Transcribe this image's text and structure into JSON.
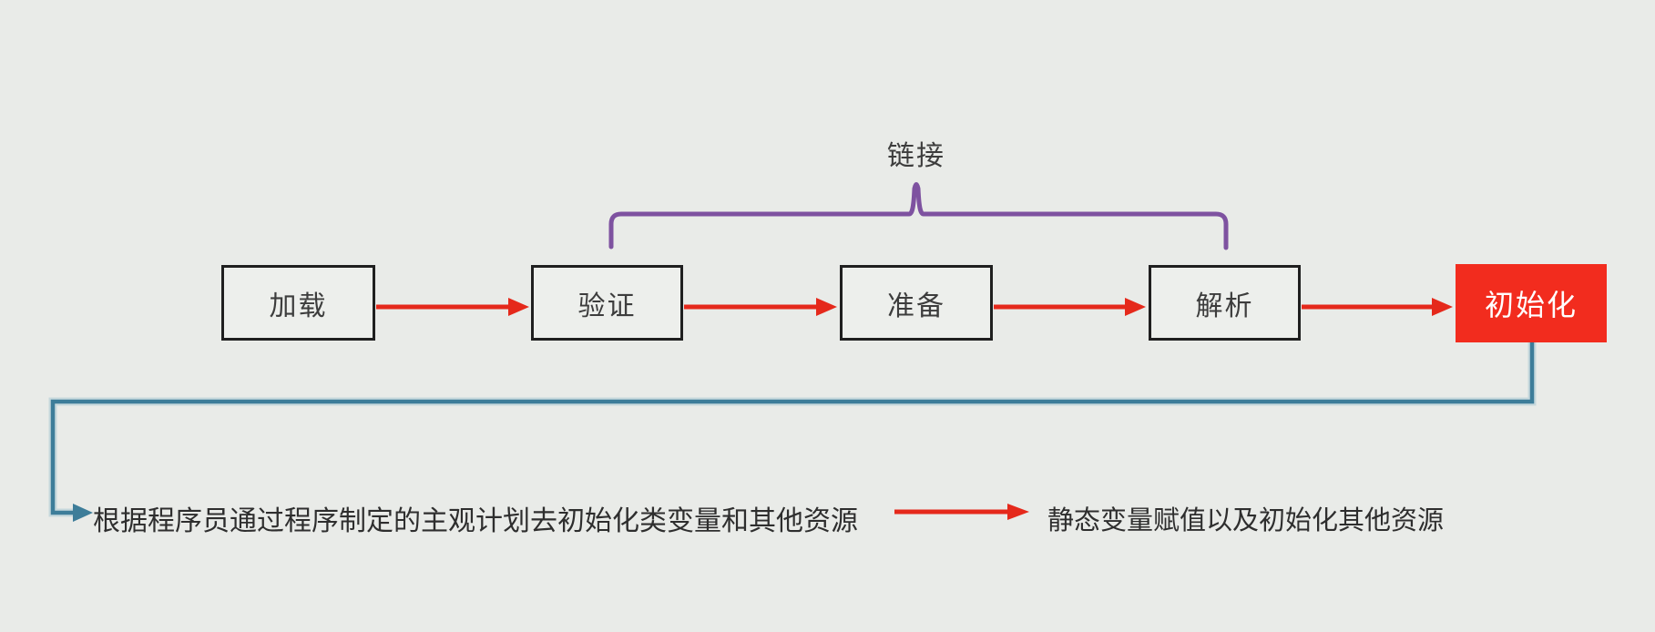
{
  "diagram": {
    "brace_label": "链接",
    "stages": [
      {
        "label": "加载",
        "variant": "normal"
      },
      {
        "label": "验证",
        "variant": "normal"
      },
      {
        "label": "准备",
        "variant": "normal"
      },
      {
        "label": "解析",
        "variant": "normal"
      },
      {
        "label": "初始化",
        "variant": "highlight"
      }
    ],
    "notes": {
      "init_note": "根据程序员通过程序制定的主观计划去初始化类变量和其他资源",
      "static_note": "静态变量赋值以及初始化其他资源"
    },
    "icons": [
      {
        "name": "red-arrow-icon",
        "meaning": "flow direction between stages"
      },
      {
        "name": "purple-brace-icon",
        "meaning": "groups 验证/准备/解析 as 链接"
      },
      {
        "name": "blue-elbow-arrow-icon",
        "meaning": "points from 初始化 to its note"
      }
    ],
    "colors": {
      "background": "#e9ebe8",
      "box_border": "#1f1f1f",
      "box_fill": "#edefec",
      "box_text": "#3d3d3d",
      "arrow_red": "#e5291b",
      "highlight_box": "#f22c1e",
      "highlight_text": "#ffffff",
      "brace_purple": "#7e52a0",
      "line_blue": "#3d7d99",
      "note_text": "#2e2e2e"
    }
  }
}
